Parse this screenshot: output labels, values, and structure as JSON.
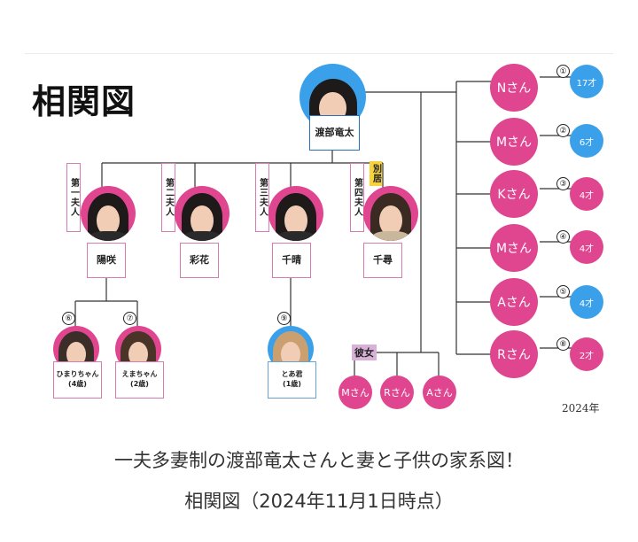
{
  "diagram": {
    "title": "相関図",
    "center": {
      "name": "渡部竜太"
    },
    "wives": [
      {
        "label": "第一夫人",
        "name": "陽咲"
      },
      {
        "label": "第二夫人",
        "name": "彩花"
      },
      {
        "label": "第三夫人",
        "name": "千晴"
      },
      {
        "label": "第四夫人",
        "name": "千尋",
        "note": "別居"
      }
    ],
    "children_right": [
      {
        "num": "①",
        "name": "Nさん",
        "age": "17才"
      },
      {
        "num": "②",
        "name": "Mさん",
        "age": "6才"
      },
      {
        "num": "③",
        "name": "Kさん",
        "age": "4才"
      },
      {
        "num": "④",
        "name": "Mさん",
        "age": "4才"
      },
      {
        "num": "⑤",
        "name": "Aさん",
        "age": "4才"
      },
      {
        "num": "⑧",
        "name": "Rさん",
        "age": "2才"
      }
    ],
    "children_first_wife": [
      {
        "num": "⑥",
        "name": "ひまりちゃん",
        "age": "(4歳)"
      },
      {
        "num": "⑦",
        "name": "えまちゃん",
        "age": "(2歳)"
      }
    ],
    "child_third_wife": {
      "num": "⑨",
      "name": "とあ君",
      "age": "(1歳)"
    },
    "girlfriends": {
      "label": "彼女",
      "names": [
        "Mさん",
        "Rさん",
        "Aさん"
      ]
    },
    "year_note": "2024年",
    "colors": {
      "pink": "#e0458f",
      "blue": "#3ba0ea",
      "kanojo": "#d9b0d8",
      "yellow": "#f7d23c"
    }
  },
  "caption": {
    "line1": "一夫多妻制の渡部竜太さんと妻と子供の家系図！",
    "line2": "相関図（2024年11月1日時点）"
  }
}
